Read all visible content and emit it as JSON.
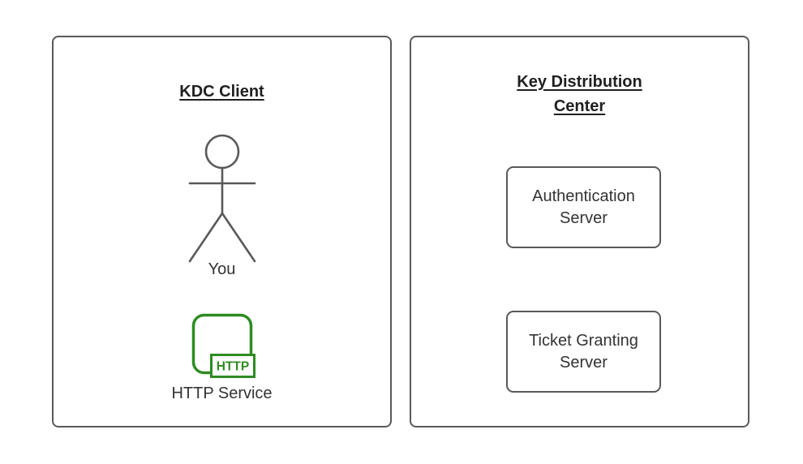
{
  "left_panel": {
    "title": "KDC Client",
    "actor_icon": "stick-figure-icon",
    "actor_label": "You",
    "service_icon": "http-service-icon",
    "http_badge": "HTTP",
    "service_label": "HTTP Service"
  },
  "right_panel": {
    "title": "Key Distribution Center",
    "boxes": [
      {
        "label": "Authentication Server"
      },
      {
        "label": "Ticket Granting Server"
      }
    ]
  },
  "colors": {
    "background": "#ffffff",
    "border_gray": "#595959",
    "title_text": "#1f1f1f",
    "label_text": "#333333",
    "accent_green": "#2e8b22"
  }
}
